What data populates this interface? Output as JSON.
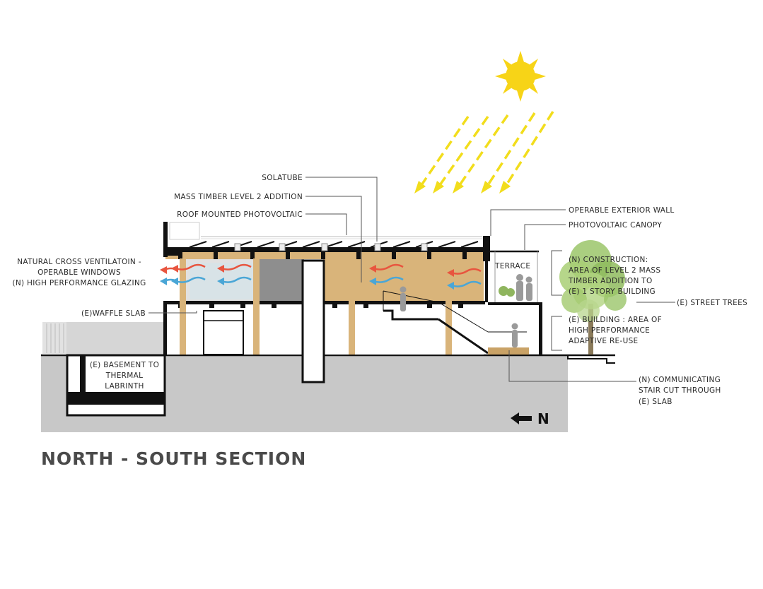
{
  "title": "NORTH - SOUTH SECTION",
  "north_label": "N",
  "terrace_label": "TERRACE",
  "labels": {
    "solatube": "SOLATUBE",
    "mass_timber": "MASS TIMBER LEVEL 2 ADDITION",
    "roof_pv": "ROOF MOUNTED PHOTOVOLTAIC",
    "vent_1": "NATURAL CROSS VENTILATOIN -",
    "vent_2": "OPERABLE WINDOWS",
    "vent_3": "(N) HIGH PERFORMANCE GLAZING",
    "waffle": "(E)WAFFLE SLAB",
    "basement_1": "(E) BASEMENT TO",
    "basement_2": "THERMAL",
    "basement_3": "LABRINTH",
    "ext_wall": "OPERABLE EXTERIOR WALL",
    "pv_canopy": "PHOTOVOLTAIC  CANOPY",
    "construction_1": "(N) CONSTRUCTION:",
    "construction_2": "AREA OF LEVEL 2 MASS",
    "construction_3": "TIMBER ADDITION TO",
    "construction_4": "(E) 1 STORY BUILDING",
    "trees": "(E) STREET TREES",
    "building_1": "(E) BUILDING : AREA OF",
    "building_2": "HIGH PERFORMANCE",
    "building_3": "ADAPTIVE RE-USE",
    "stair_1": "(N) COMMUNICATING",
    "stair_2": "STAIR CUT THROUGH",
    "stair_3": "(E) SLAB"
  },
  "colors": {
    "timber": "#d9b47a",
    "timber_dark": "#c9a266",
    "ground": "#c8c8c8",
    "sun": "#f7d417",
    "sun_ray": "#f2dd1c",
    "warm_air": "#e8553f",
    "cool_air": "#4aa6d6",
    "tree": "#9bc56a",
    "title": "#4a4a4a"
  }
}
